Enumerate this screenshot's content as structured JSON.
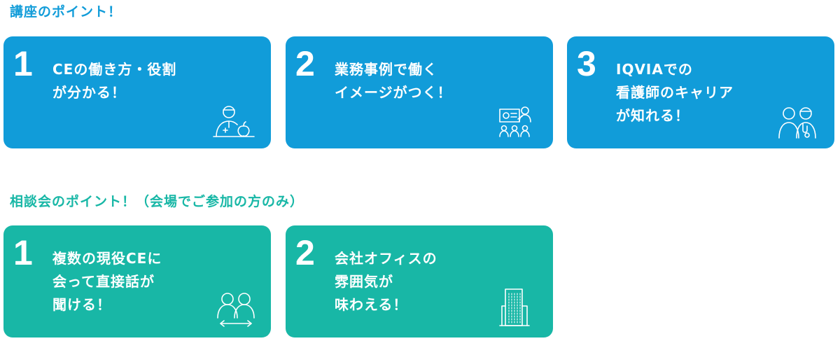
{
  "course": {
    "heading": "講座のポイント！",
    "cards": [
      {
        "number": "1",
        "text": "CEの働き方・役割\nが分かる！",
        "icon": "doctor-with-apple-icon"
      },
      {
        "number": "2",
        "text": "業務事例で働く\nイメージがつく！",
        "icon": "presentation-audience-icon"
      },
      {
        "number": "3",
        "text": "IQVIAでの\n看護師のキャリア\nが知れる！",
        "icon": "nurse-and-person-icon"
      }
    ]
  },
  "consultation": {
    "heading": "相談会のポイント！（会場でご参加の方のみ）",
    "cards": [
      {
        "number": "1",
        "text": "複数の現役CEに\n会って直接話が\n聞ける！",
        "icon": "people-exchange-icon"
      },
      {
        "number": "2",
        "text": "会社オフィスの\n雰囲気が\n味わえる！",
        "icon": "office-building-icon"
      }
    ]
  },
  "colors": {
    "blue": "#119cd9",
    "teal": "#18b7a6"
  }
}
